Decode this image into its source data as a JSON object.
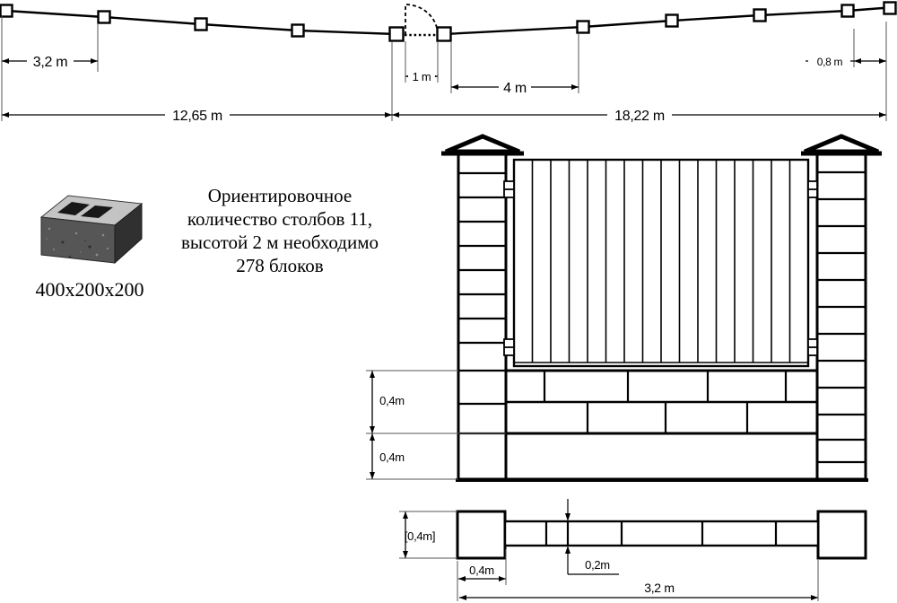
{
  "top_plan": {
    "dim_post_spacing": "3,2 m",
    "dim_left_run": "12,65 m",
    "dim_gate_width": "1 m",
    "dim_gate_post_spacing": "4 m",
    "dim_right_run": "18,22 m",
    "dim_end_spacing": "0,8 m"
  },
  "block_info": {
    "size_label": "400x200x200",
    "note_lines": [
      "Ориентировочное",
      "количество столбов 11,",
      "высотой 2 м необходимо",
      "278 блоков"
    ]
  },
  "elevation": {
    "dim_masonry_band": "0,4m",
    "dim_foundation": "0,4m"
  },
  "footprint": {
    "dim_post_depth": "[0,4m]",
    "dim_post_width": "0,4m",
    "dim_wall_thickness": "0,2m",
    "dim_section_span": "3,2 m"
  },
  "colors": {
    "line": "#000000",
    "extension": "#555555",
    "block_top": "#c4c4c4",
    "block_front": "#565656",
    "block_side": "#303030",
    "block_hole": "#181818"
  }
}
